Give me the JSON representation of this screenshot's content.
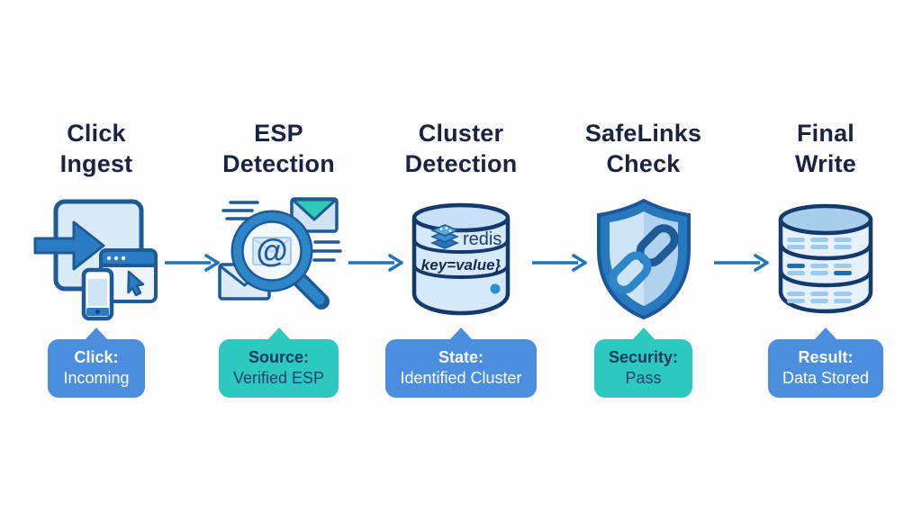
{
  "colors": {
    "badge_blue": "#4a8edd",
    "badge_teal": "#2dc8c0",
    "arrow": "#2273b8",
    "icon_stroke": "#1d5a96",
    "icon_fill_light": "#d9eaf8",
    "accent_teal": "#2fc9b8",
    "title_text": "#1a2440"
  },
  "stages": [
    {
      "id": "click-ingest",
      "title_line1": "Click",
      "title_line2": "Ingest",
      "icon": "click-ingest-icon",
      "badge": {
        "label": "Click:",
        "value": "Incoming",
        "style": "blue"
      }
    },
    {
      "id": "esp-detection",
      "title_line1": "ESP",
      "title_line2": "Detection",
      "icon": "email-magnifier-icon",
      "icon_text": "@",
      "badge": {
        "label": "Source:",
        "value": "Verified ESP",
        "style": "teal"
      }
    },
    {
      "id": "cluster-detection",
      "title_line1": "Cluster",
      "title_line2": "Detection",
      "icon": "redis-database-icon",
      "icon_brand": "redis",
      "icon_code": "key=value}",
      "badge": {
        "label": "State:",
        "value": "Identified Cluster",
        "style": "blue"
      }
    },
    {
      "id": "safelinks-check",
      "title_line1": "SafeLinks",
      "title_line2": "Check",
      "icon": "shield-link-icon",
      "badge": {
        "label": "Security:",
        "value": "Pass",
        "style": "teal"
      }
    },
    {
      "id": "final-write",
      "title_line1": "Final",
      "title_line2": "Write",
      "icon": "database-stack-icon",
      "badge": {
        "label": "Result:",
        "value": "Data Stored",
        "style": "blue"
      }
    }
  ]
}
